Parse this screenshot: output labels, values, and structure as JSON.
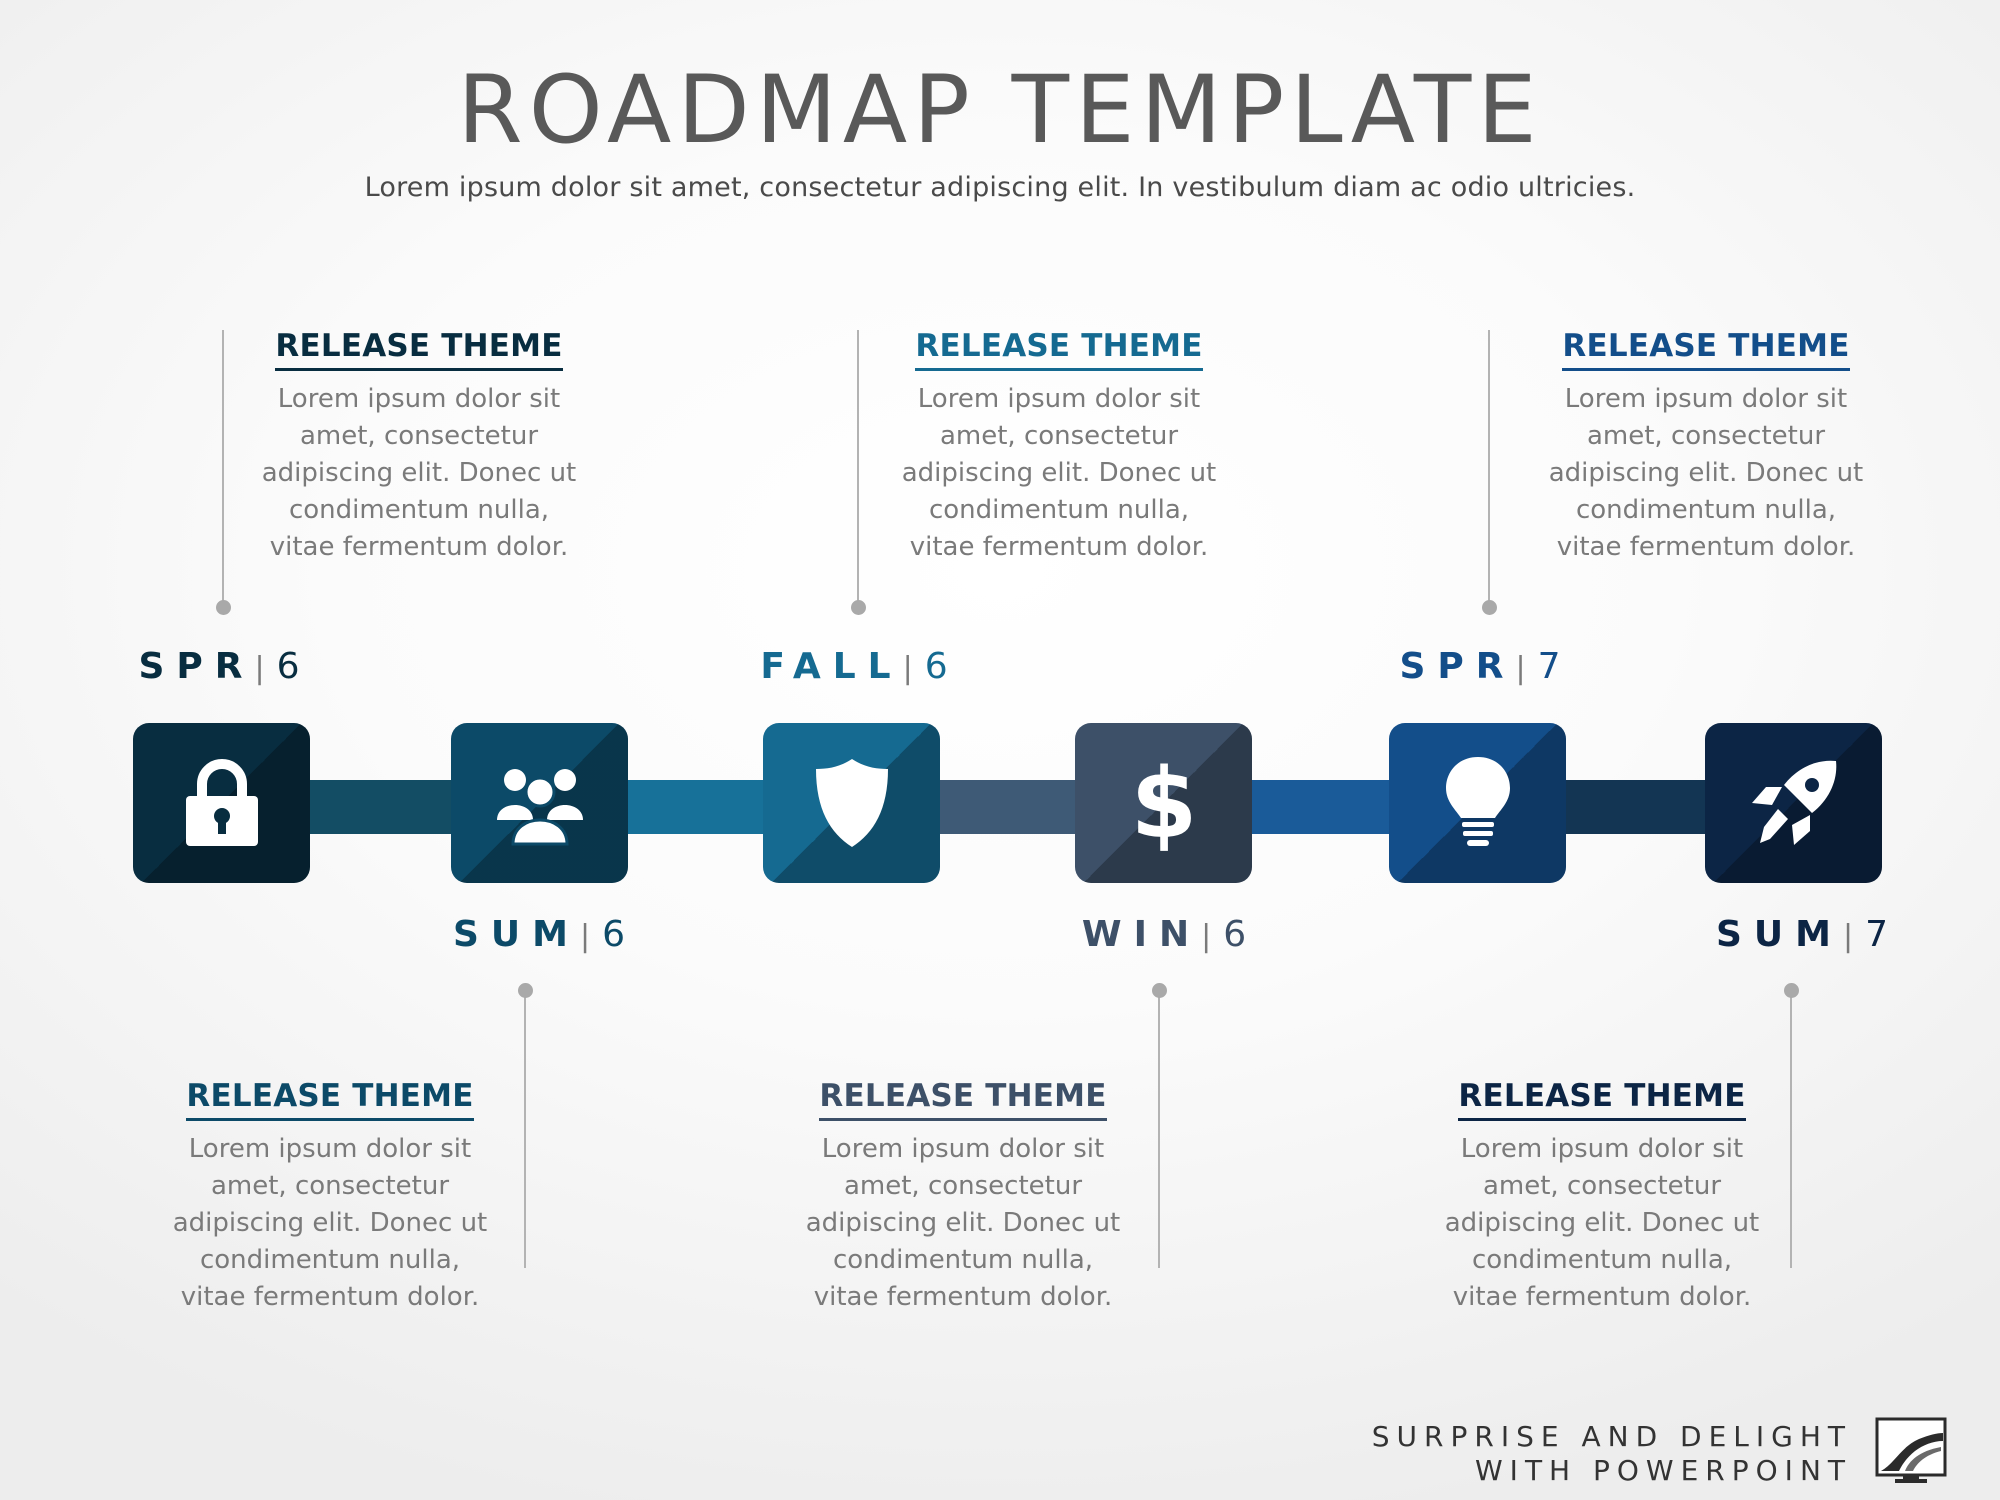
{
  "title": "ROADMAP TEMPLATE",
  "subtitle": "Lorem ipsum dolor sit amet, consectetur adipiscing elit. In vestibulum diam ac odio ultricies.",
  "milestones": [
    {
      "code": "SPR",
      "year": "6",
      "color": "#082d40",
      "icon": "lock-icon",
      "theme": "RELEASE THEME",
      "text": "Lorem ipsum dolor sit amet, consectetur adipiscing elit. Donec ut condimentum nulla, vitae fermentum dolor."
    },
    {
      "code": "SUM",
      "year": "6",
      "color": "#0c4a68",
      "icon": "group-icon",
      "theme": "RELEASE THEME",
      "text": "Lorem ipsum dolor sit amet, consectetur adipiscing elit. Donec ut condimentum nulla, vitae fermentum dolor."
    },
    {
      "code": "FALL",
      "year": "6",
      "color": "#156a91",
      "icon": "shield-icon",
      "theme": "RELEASE THEME",
      "text": "Lorem ipsum dolor sit amet, consectetur adipiscing elit. Donec ut condimentum nulla, vitae fermentum dolor."
    },
    {
      "code": "WIN",
      "year": "6",
      "color": "#3d5068",
      "icon": "dollar-icon",
      "theme": "RELEASE THEME",
      "text": "Lorem ipsum dolor sit amet, consectetur adipiscing elit. Donec ut condimentum nulla, vitae fermentum dolor."
    },
    {
      "code": "SPR",
      "year": "7",
      "color": "#134e8a",
      "icon": "lightbulb-icon",
      "theme": "RELEASE THEME",
      "text": "Lorem ipsum dolor sit amet, consectetur adipiscing elit. Donec ut condimentum nulla, vitae fermentum dolor."
    },
    {
      "code": "SUM",
      "year": "7",
      "color": "#0c2545",
      "icon": "rocket-icon",
      "theme": "RELEASE THEME",
      "text": "Lorem ipsum dolor sit amet, consectetur adipiscing elit. Donec ut condimentum nulla, vitae fermentum dolor."
    }
  ],
  "connector_colors": [
    "#134d64",
    "#177199",
    "#3e5a76",
    "#1a5b99",
    "#133553"
  ],
  "brand": {
    "line1": "SURPRISE AND DELIGHT",
    "line2": "WITH POWERPOINT"
  }
}
